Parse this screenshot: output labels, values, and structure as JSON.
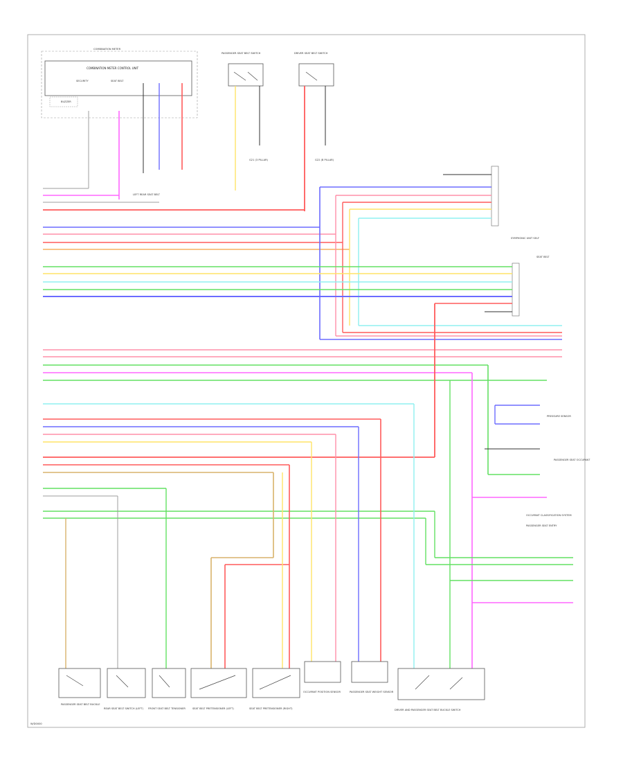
{
  "diagram": {
    "footer_code": "W/D0000",
    "unit_top_group": "COMBINATION METER",
    "unit_top": "COMBINATION METER CONTROL UNIT",
    "unit_top_sub1": "SECURITY",
    "unit_top_sub2": "SEAT BELT",
    "unit_top_buzzer": "BUZZER",
    "switches_top": [
      {
        "label": "PASSENGER SEAT BELT SWITCH"
      },
      {
        "label": "DRIVER SEAT BELT SWITCH"
      }
    ],
    "ground_labels": [
      "LEFT REAR SEAT BELT",
      "G21 (3 PILLAR)",
      "G22 (B PILLAR)"
    ],
    "right_labels": [
      {
        "text": "SYMPHONIC UNIT SELF"
      },
      {
        "text": "SEAT BELT"
      },
      {
        "text": "PRESSURE SENSOR"
      },
      {
        "text": "PASSENGER SEAT OCCUPANT"
      },
      {
        "text": "OCCUPANT CLASSIFICATION SYSTEM"
      },
      {
        "text": "PASSENGER SEAT ENTRY"
      }
    ],
    "bottom_components": [
      {
        "label": "PASSENGER SEAT BELT BUCKLE"
      },
      {
        "label": "REAR SEAT BELT SWITCH (LEFT)"
      },
      {
        "label": "FRONT SEAT BELT TENSIONER"
      },
      {
        "label": "SEAT BELT PRETENSIONER (LEFT)"
      },
      {
        "label": "SEAT BELT PRETENSIONER (RIGHT)"
      },
      {
        "label": "OCCUPANT POSITION SENSOR"
      },
      {
        "label": "PASSENGER SEAT WEIGHT SENSOR"
      },
      {
        "label": "DRIVER AND PASSENGER SEAT BELT BUCKLE SWITCH"
      }
    ],
    "wire_colors": {
      "red": "#ff5a5a",
      "pink": "#ff8fa8",
      "blue": "#6b6bff",
      "green": "#62e062",
      "yellow": "#ffe466",
      "cyan": "#8ff0f0",
      "magenta": "#ff66ff",
      "tan": "#d9b26b",
      "orange": "#f5b060",
      "gray": "#9c9c9c",
      "black": "#303030"
    }
  }
}
